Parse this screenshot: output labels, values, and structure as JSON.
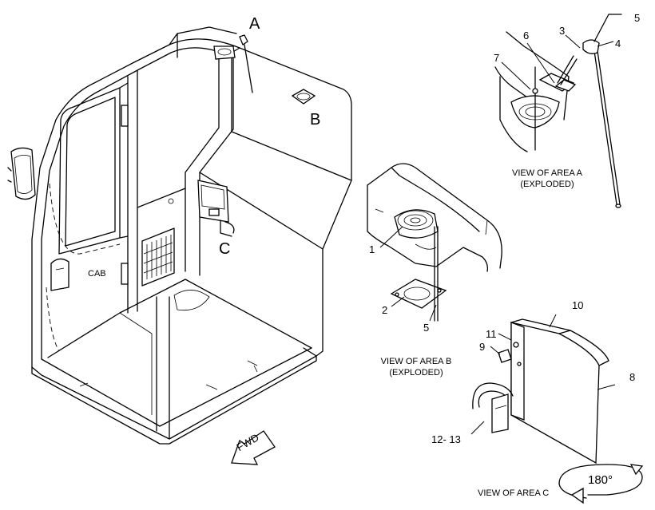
{
  "area_labels": {
    "a": "A",
    "b": "B",
    "c": "C"
  },
  "cab_label": "CAB",
  "fwd_label": "FWD",
  "rotation_label": "180°",
  "captions": {
    "area_a": [
      "VIEW OF AREA A",
      "(EXPLODED)"
    ],
    "area_b": [
      "VIEW OF AREA B",
      "(EXPLODED)"
    ],
    "area_c": "VIEW OF AREA C"
  },
  "callouts": {
    "a": [
      "5",
      "3",
      "4",
      "6",
      "7"
    ],
    "b": [
      "1",
      "2",
      "5"
    ],
    "c": [
      "10",
      "11",
      "9",
      "8",
      "12- 13"
    ]
  }
}
